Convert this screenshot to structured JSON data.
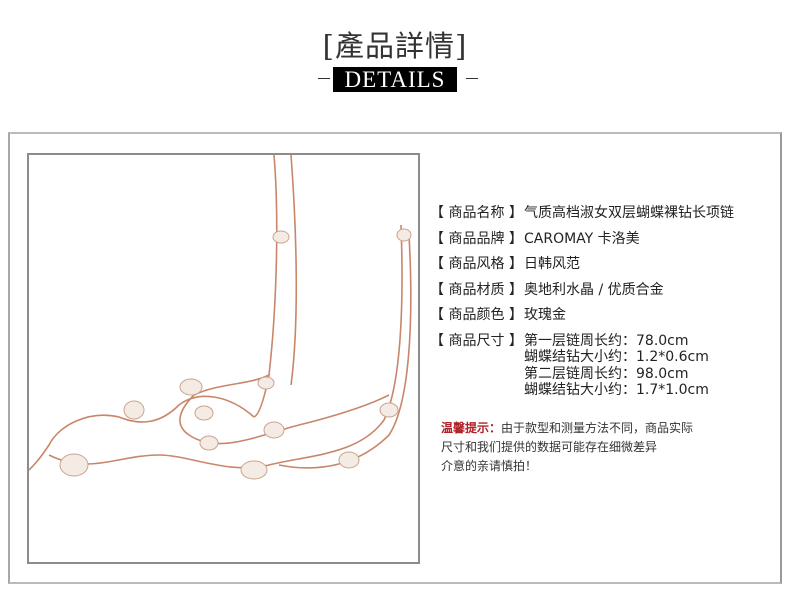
{
  "header": {
    "title": "[產品詳情]",
    "subtitle": "DETAILS"
  },
  "specs": [
    {
      "label": "【 商品名称 】",
      "values": [
        "气质高档淑女双层蝴蝶裸钻长项链"
      ]
    },
    {
      "label": "【 商品品牌 】",
      "values": [
        "CAROMAY 卡洛美"
      ]
    },
    {
      "label": "【 商品风格 】",
      "values": [
        "日韩风范"
      ]
    },
    {
      "label": "【 商品材质 】",
      "values": [
        "奥地利水晶 / 优质合金"
      ]
    },
    {
      "label": "【 商品颜色 】",
      "values": [
        "玫瑰金"
      ]
    },
    {
      "label": "【 商品尺寸 】",
      "values": [
        "第一层链周长约：78.0cm",
        "蝴蝶结钻大小约：1.2*0.6cm",
        "第二层链周长约：98.0cm",
        "蝴蝶结钻大小约：1.7*1.0cm"
      ]
    }
  ],
  "notice": {
    "label": "温馨提示：",
    "lines": [
      "由于款型和测量方法不同，商品实际",
      "尺寸和我们提供的数据可能存在细微差异",
      "介意的亲请慎拍！"
    ]
  },
  "colors": {
    "chain": "#c9866a",
    "warning": "#b0222a"
  }
}
